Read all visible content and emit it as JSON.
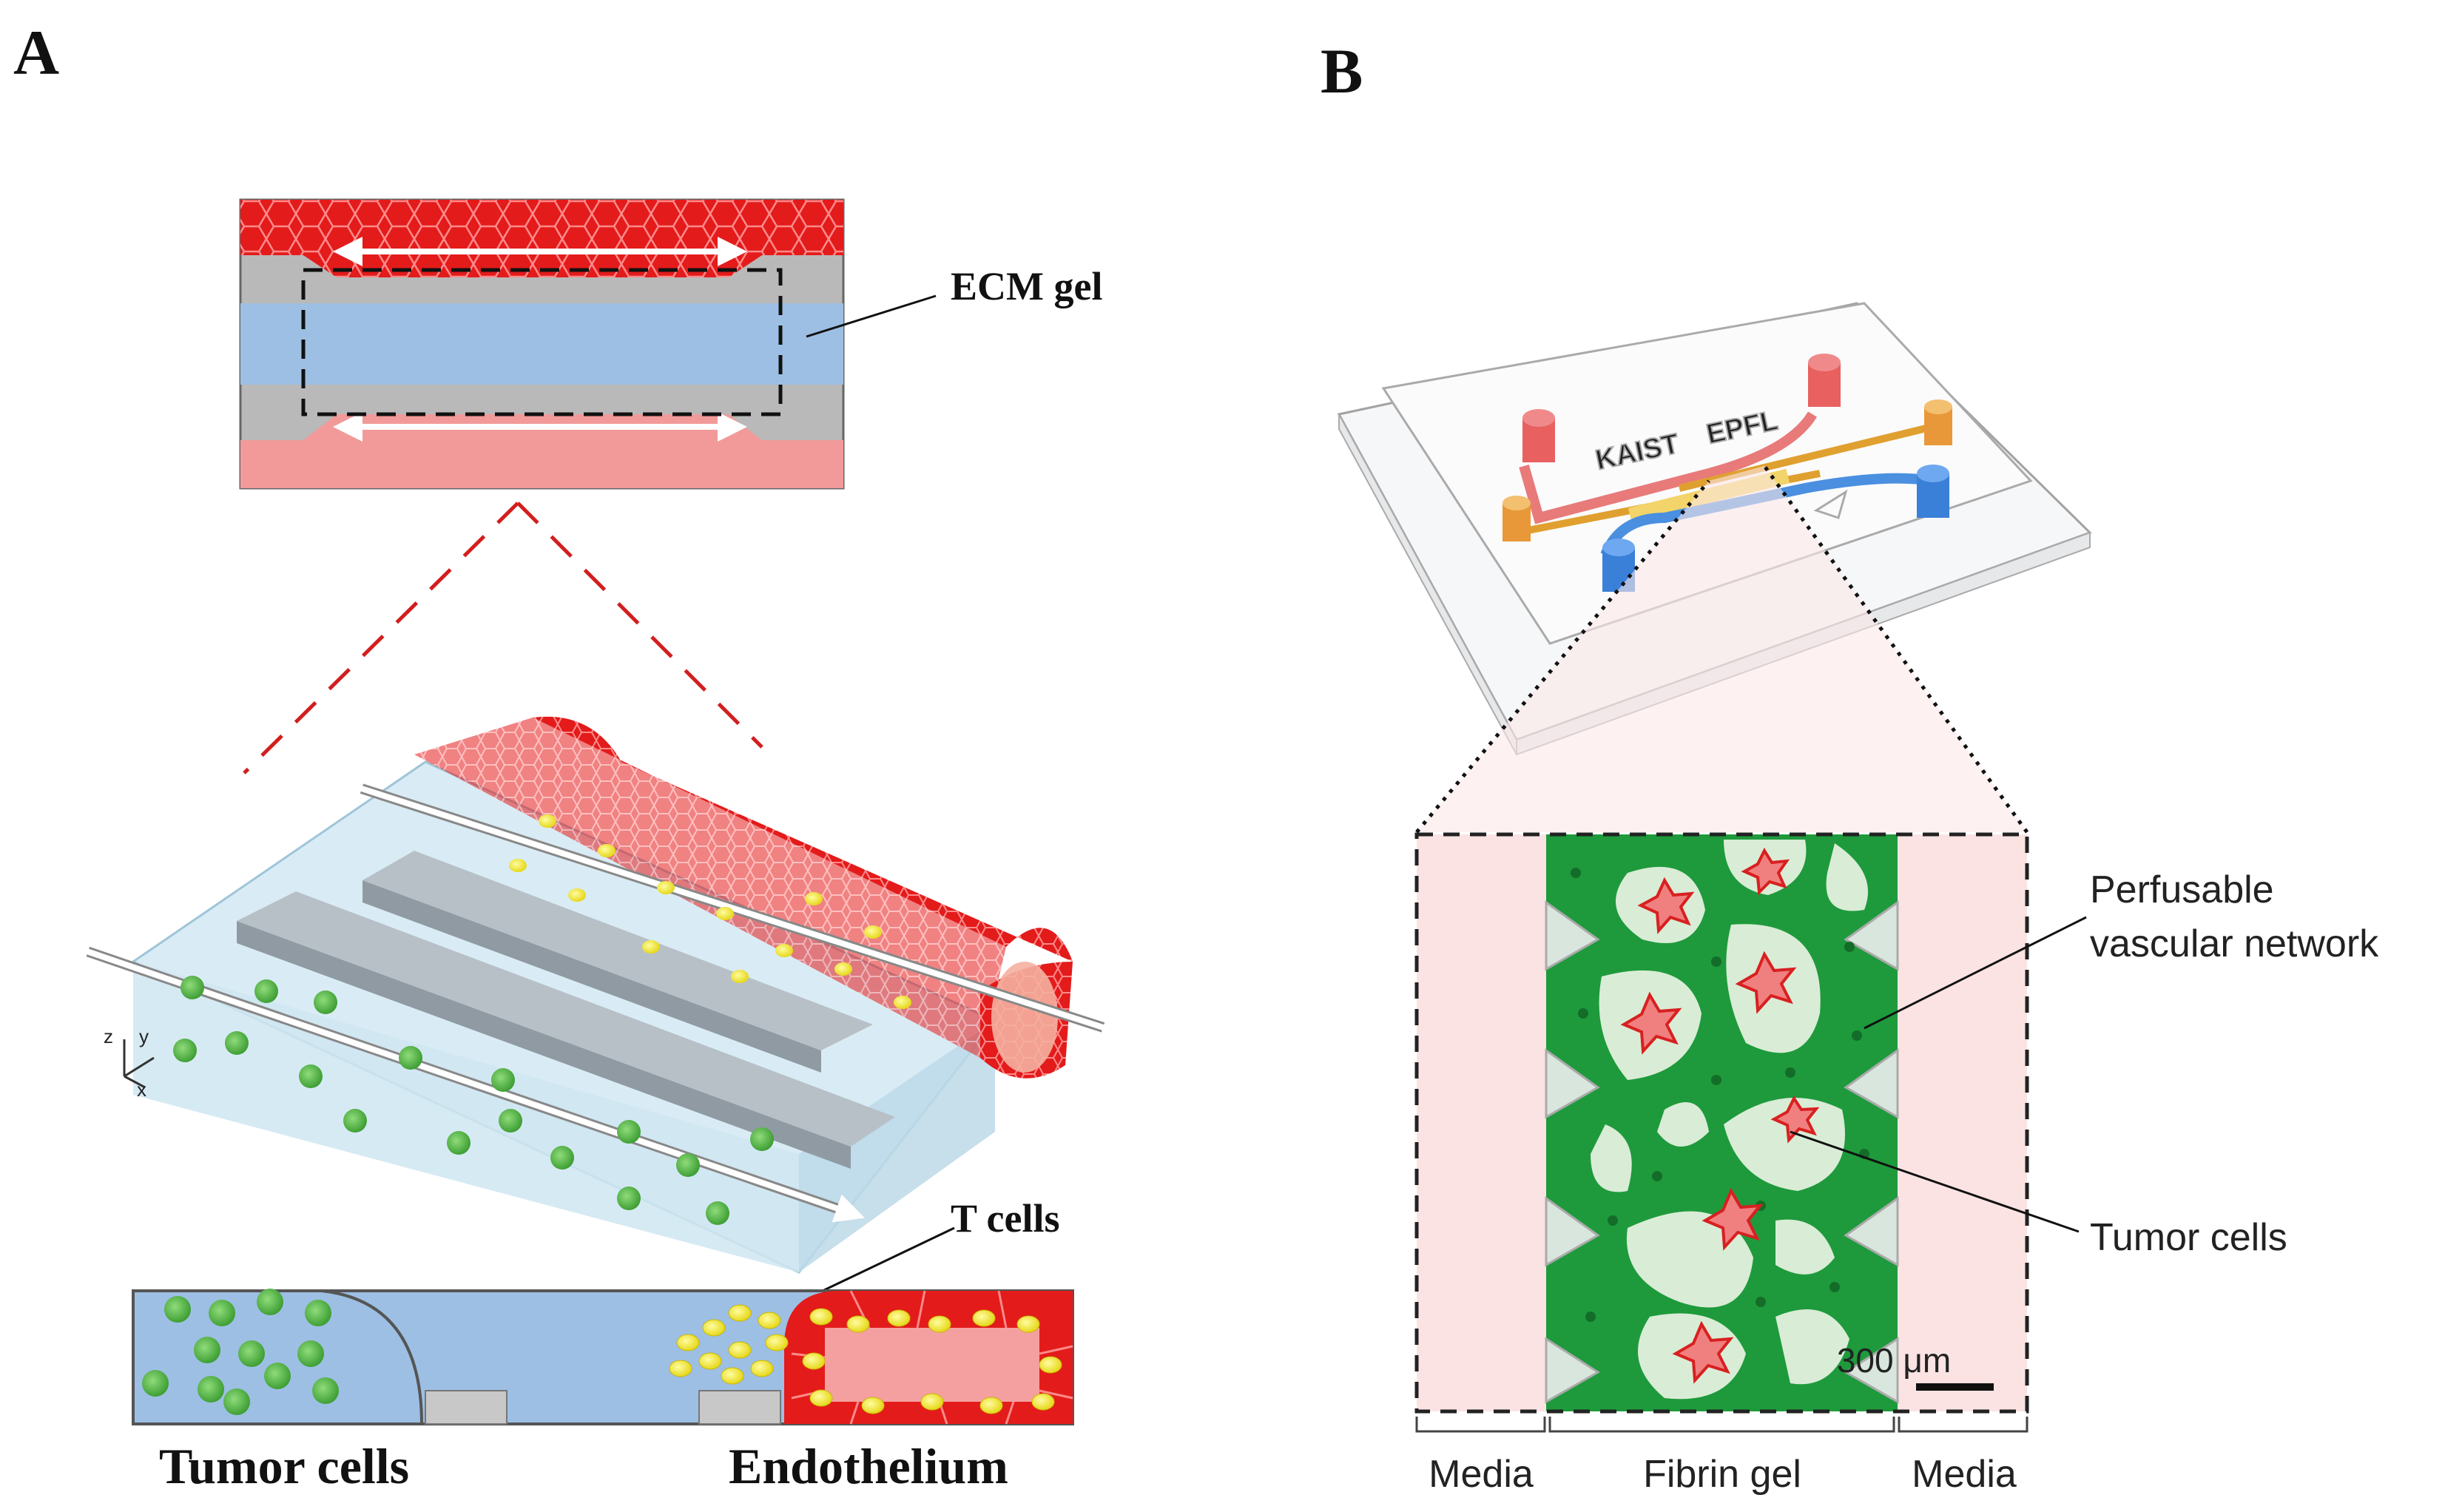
{
  "panel_a": {
    "letter": "A",
    "label_ecm_gel": "ECM gel",
    "label_t_cells": "T cells",
    "label_tumor_cells": "Tumor cells",
    "label_endothelium": "Endothelium",
    "axes": {
      "z": "z",
      "y": "y",
      "x": "x"
    }
  },
  "panel_b": {
    "letter": "B",
    "chip_logo_left": "KAIST",
    "chip_logo_right": "EPFL",
    "label_perfusable_1": "Perfusable",
    "label_perfusable_2": "vascular network",
    "label_tumor_cells": "Tumor cells",
    "scale_bar": "300 μm",
    "bottom_labels": {
      "media_left": "Media",
      "fibrin_gel": "Fibrin gel",
      "media_right": "Media"
    }
  },
  "colors": {
    "endothelium_red": "#e31b1b",
    "pink_channel": "#f29a9a",
    "ecm_blue": "#9dbfe3",
    "tumor_green": "#4cae3f",
    "t_cell_yellow": "#f3e82a",
    "network_green": "#1e9a3c",
    "media_pink": "#fbe3e3"
  }
}
